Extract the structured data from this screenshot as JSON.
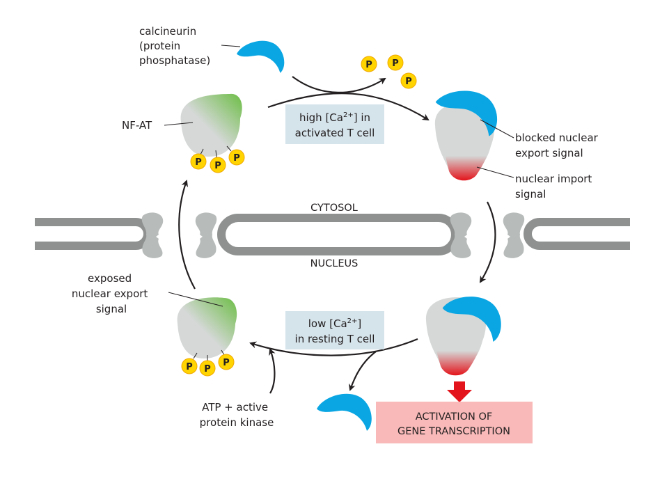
{
  "labels": {
    "calcineurin": [
      "calcineurin",
      "(protein",
      "phosphatase)"
    ],
    "nfat": "NF-AT",
    "high_ca": {
      "prefix": "high [Ca",
      "sup": "2+",
      "suffix": "] in",
      "line2": "activated T cell"
    },
    "low_ca": {
      "prefix": "low [Ca",
      "sup": "2+",
      "suffix": "]",
      "line2": "in resting T cell"
    },
    "blocked_export": [
      "blocked nuclear",
      "export signal"
    ],
    "import_signal": [
      "nuclear import",
      "signal"
    ],
    "cytosol": "CYTOSOL",
    "nucleus": "NUCLEUS",
    "exposed_export": [
      "exposed",
      "nuclear export",
      "signal"
    ],
    "atp_kinase": [
      "ATP + active",
      "protein kinase"
    ],
    "activation": [
      "ACTIVATION OF",
      "GENE TRANSCRIPTION"
    ],
    "phosphate": "P"
  },
  "colors": {
    "calcineurin": "#0aa6e3",
    "nfat_body": "#d5d8d7",
    "export_signal": "#6cbd45",
    "import_signal": "#e3141b",
    "phosphate": "#ffd400",
    "membrane": "#8e9190",
    "pore": "#b7bcba",
    "high_box": "#d5e3ea",
    "activation_box": "#f8b9b8",
    "activation_arrow": "#e3141b"
  }
}
